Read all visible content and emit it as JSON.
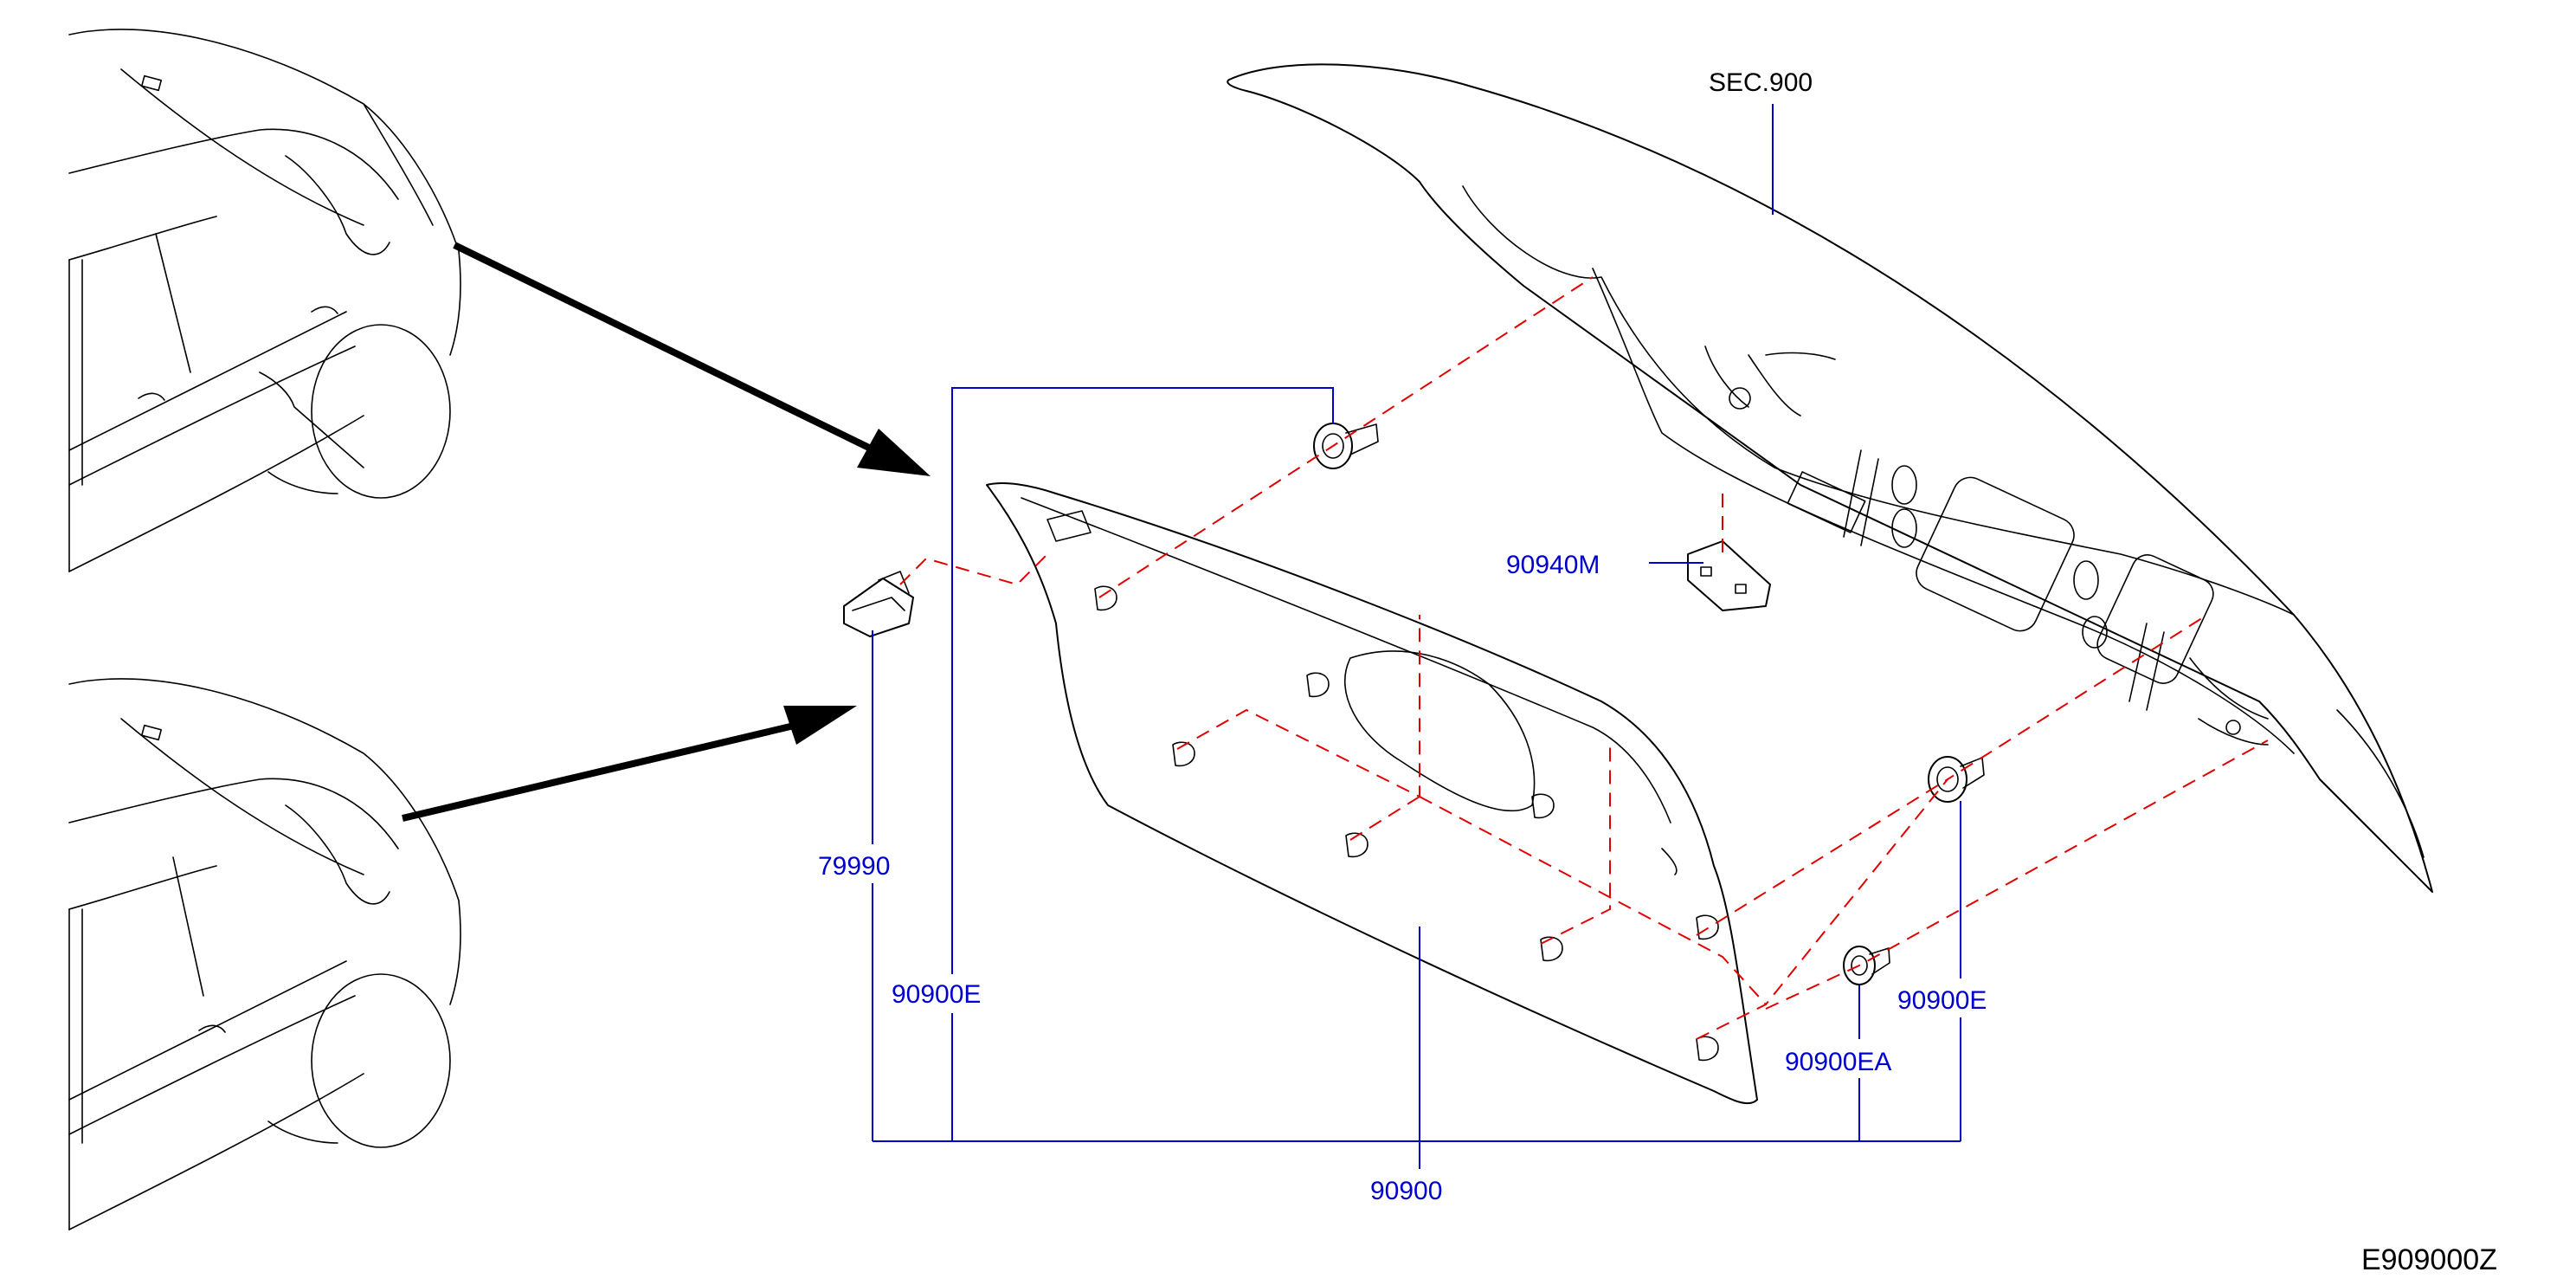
{
  "parts": {
    "sec900": "SEC.900",
    "p90940m": "90940M",
    "p79990": "79990",
    "p90900e_left": "90900E",
    "p90900e_right": "90900E",
    "p90900ea": "90900EA",
    "p90900": "90900"
  },
  "diagram_code": "E909000Z",
  "colors": {
    "leader": "#0000cc",
    "label": "#0000cc",
    "installation_dash": "#e00000",
    "outline": "#000000"
  }
}
